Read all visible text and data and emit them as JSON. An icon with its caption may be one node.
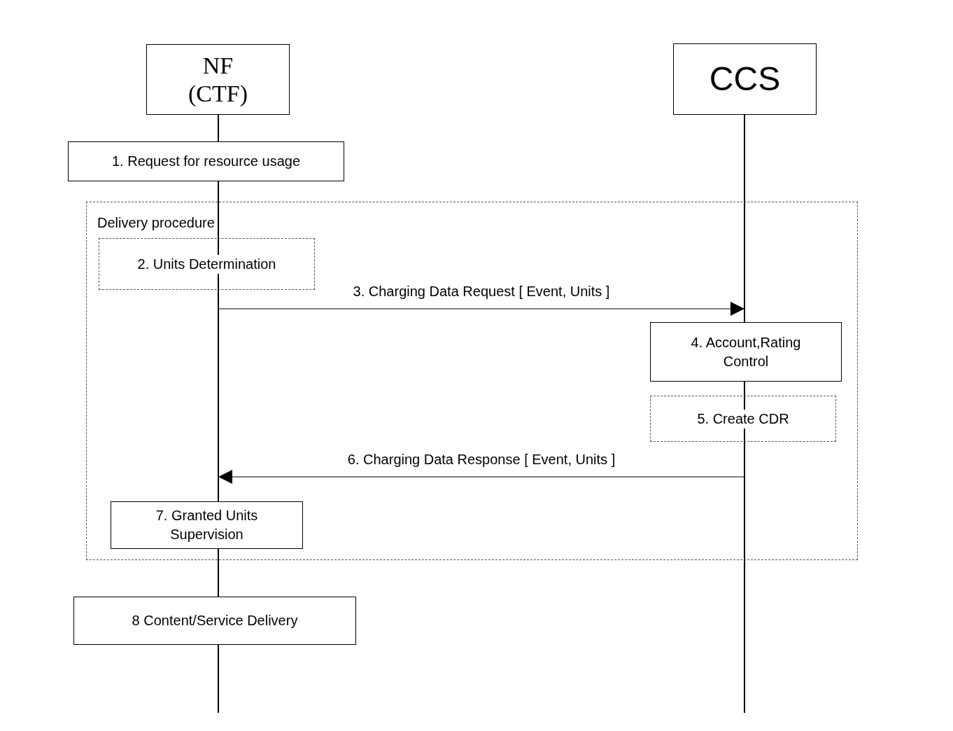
{
  "diagram": {
    "nodes": [
      {
        "text": [
          "NF (CTF)"
        ]
      },
      {
        "text": [
          "CCS"
        ]
      },
      {
        "text": [
          "1. Request for resource usage"
        ]
      },
      {
        "text": [
          "Delivery procedure"
        ]
      },
      {
        "text": [
          "2. Units Determination"
        ],
        "in": 3
      },
      {
        "text": [
          "4. Account,Rating Control"
        ],
        "in": 3
      },
      {
        "text": [
          "5. Create CDR"
        ],
        "in": 3
      },
      {
        "text": [
          "7. Granted Units Supervision"
        ],
        "in": 3
      },
      {
        "text": [
          "8 Content/Service Delivery"
        ]
      },
      {
        "text": [],
        "shape": "line"
      },
      {
        "text": [],
        "shape": "line"
      }
    ],
    "edges": [
      {
        "from": 9,
        "to": 10,
        "arrow": "to",
        "label": "3. Charging Data Request [ Event, Units ]"
      },
      {
        "from": 10,
        "to": 9,
        "arrow": "to",
        "label": "6. Charging Data Response  [ Event, Units ]"
      }
    ]
  }
}
